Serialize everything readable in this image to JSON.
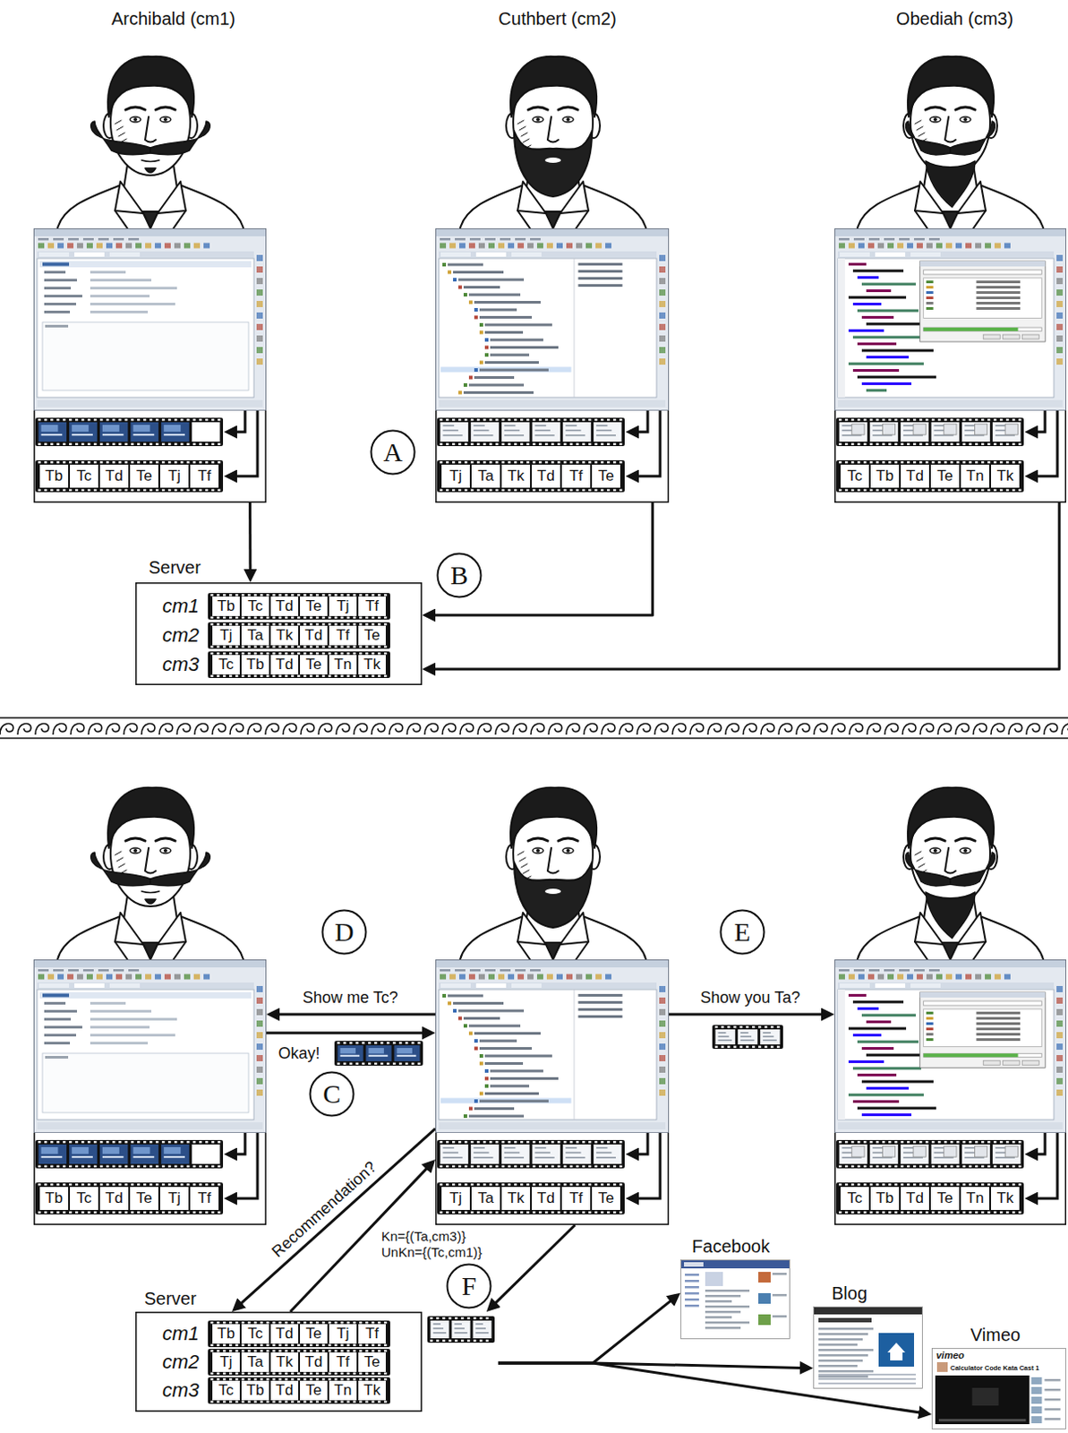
{
  "diagram": {
    "nodes": [
      {
        "text": [
          "Archibald (cm1)"
        ]
      },
      {
        "text": [
          "Tb",
          "Tc",
          "Td",
          "Te",
          "Tj",
          "Tf"
        ],
        "in": 0
      },
      {
        "text": [
          "Cuthbert (cm2)"
        ]
      },
      {
        "text": [
          "Tj",
          "Ta",
          "Tk",
          "Td",
          "Tf",
          "Te"
        ],
        "in": 2
      },
      {
        "text": [
          "Obediah (cm3)"
        ]
      },
      {
        "text": [
          "Tc",
          "Tb",
          "Td",
          "Te",
          "Tn",
          "Tk"
        ],
        "in": 4
      },
      {
        "text": [
          "A"
        ]
      },
      {
        "text": [
          "Server"
        ]
      },
      {
        "text": [
          "cm1",
          "Tb",
          "Tc",
          "Td",
          "Te",
          "Tj",
          "Tf"
        ],
        "in": 7
      },
      {
        "text": [
          "cm2",
          "Tj",
          "Ta",
          "Tk",
          "Td",
          "Tf",
          "Te"
        ],
        "in": 7
      },
      {
        "text": [
          "cm3",
          "Tc",
          "Tb",
          "Td",
          "Te",
          "Tn",
          "Tk"
        ],
        "in": 7
      },
      {
        "text": [
          "B"
        ]
      },
      {
        "text": [
          "D"
        ]
      },
      {
        "text": [
          "E"
        ]
      },
      {
        "text": []
      },
      {
        "text": [
          "Tb",
          "Tc",
          "Td",
          "Te",
          "Tj",
          "Tf"
        ],
        "in": 14
      },
      {
        "text": []
      },
      {
        "text": [
          "Tj",
          "Ta",
          "Tk",
          "Td",
          "Tf",
          "Te"
        ],
        "in": 16
      },
      {
        "text": []
      },
      {
        "text": [
          "Tc",
          "Tb",
          "Td",
          "Te",
          "Tn",
          "Tk"
        ],
        "in": 18
      },
      {
        "text": [
          "C"
        ]
      },
      {
        "text": [
          "Facebook"
        ]
      },
      {
        "text": [
          "F"
        ]
      },
      {
        "text": [
          "Blog"
        ]
      },
      {
        "text": [
          "Server"
        ]
      },
      {
        "text": [
          "cm1",
          "Tb",
          "Tc",
          "Td",
          "Te",
          "Tj",
          "Tf"
        ],
        "in": 24
      },
      {
        "text": [
          "cm2",
          "Tj",
          "Ta",
          "Tk",
          "Td",
          "Tf",
          "Te"
        ],
        "in": 24
      },
      {
        "text": [
          "cm3",
          "Tc",
          "Tb",
          "Td",
          "Te",
          "Tn",
          "Tk"
        ],
        "in": 24
      },
      {
        "text": [
          "Vimeo",
          "vimeo",
          "Calculator Code Kata Cast 1"
        ]
      }
    ],
    "edges": [
      {
        "from": 0,
        "to": 7,
        "arrow": "to"
      },
      {
        "from": 2,
        "to": 7,
        "arrow": "to"
      },
      {
        "from": 4,
        "to": 7,
        "arrow": "to"
      },
      {
        "from": 16,
        "to": 14,
        "label": "Show me Tc?",
        "arrow": "to"
      },
      {
        "from": 14,
        "to": 16,
        "label": "Okay!",
        "arrow": "to"
      },
      {
        "from": 16,
        "to": 18,
        "label": "Show you Ta?",
        "arrow": "to"
      },
      {
        "from": 16,
        "to": 24,
        "label": "Recommendation?",
        "arrow": "to"
      },
      {
        "from": 24,
        "to": 16,
        "label": "Kn={(Ta,cm3)} UnKn={(Tc,cm1)}",
        "arrow": "to"
      },
      {
        "from": 16,
        "to": 24,
        "arrow": "to"
      },
      {
        "from": 24,
        "to": 21,
        "arrow": "to"
      },
      {
        "from": 24,
        "to": 23,
        "arrow": "to"
      },
      {
        "from": 24,
        "to": 28,
        "arrow": "to"
      }
    ]
  }
}
